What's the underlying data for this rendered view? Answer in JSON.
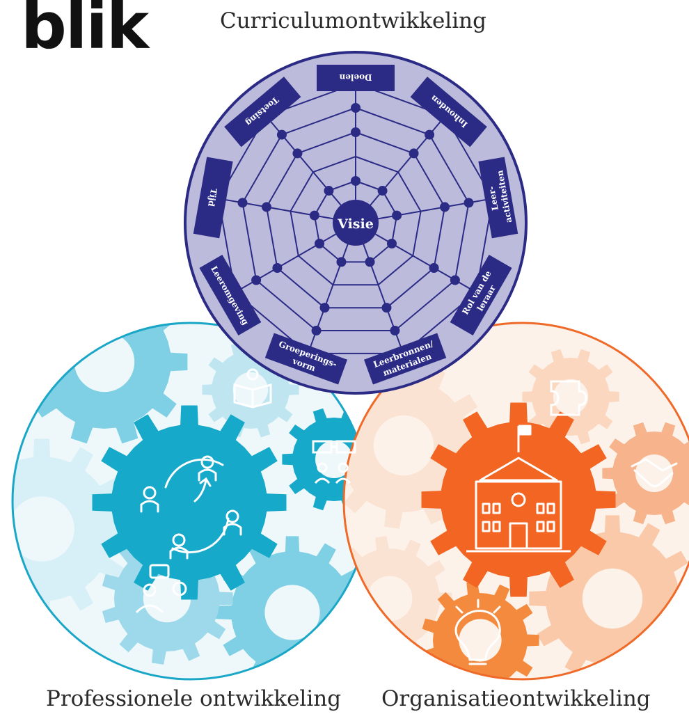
{
  "brand": {
    "text": "blik"
  },
  "captions": {
    "curriculum": "Curriculumontwikkeling",
    "professional": "Professionele ontwikkeling",
    "organisation": "Organisatieontwikkeling"
  },
  "spider_web": {
    "center_label": "Visie",
    "spokes": [
      "Doelen",
      "Inhouden",
      "Leer-activiteiten",
      "Rol van de leraar",
      "Leerbronnen/materialen",
      "Groeperings-vorm",
      "Leeromgeving",
      "Tijd",
      "Toetsing"
    ]
  },
  "colors": {
    "curriculum_fill": "#b9b8d9",
    "curriculum_dark": "#2b2b86",
    "professional_main": "#16a9c9",
    "professional_light": "#9dd9ea",
    "organisation_main": "#f26522",
    "organisation_light": "#f7b48c"
  },
  "icons": {
    "professional_main": "people-cycle-icon",
    "organisation_main": "school-building-icon",
    "small": [
      "book-reader-icon",
      "flowchart-icon",
      "chat-people-icon",
      "puzzle-icon",
      "handshake-icon",
      "lightbulb-icon"
    ]
  }
}
